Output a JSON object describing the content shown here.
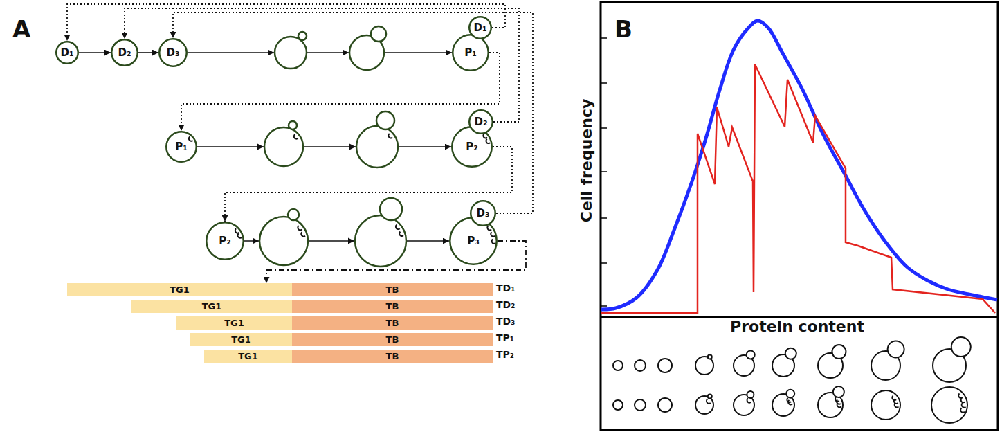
{
  "diagram": {
    "nodes": [
      {
        "text": [
          "D₁"
        ]
      },
      {
        "text": [
          "D₂"
        ]
      },
      {
        "text": [
          "D₃"
        ]
      },
      {
        "text": [
          "D₁"
        ]
      },
      {
        "text": [
          "P₁"
        ]
      },
      {
        "text": [
          "P₁"
        ]
      },
      {
        "text": [
          "D₂"
        ]
      },
      {
        "text": [
          "P₂"
        ]
      },
      {
        "text": [
          "P₂"
        ]
      },
      {
        "text": [
          "D₃"
        ]
      },
      {
        "text": [
          "P₃"
        ]
      },
      {
        "text": [
          "TG1"
        ]
      },
      {
        "text": [
          "TB"
        ]
      },
      {
        "text": [
          "TG1"
        ]
      },
      {
        "text": [
          "TB"
        ]
      },
      {
        "text": [
          "TG1"
        ]
      },
      {
        "text": [
          "TB"
        ]
      },
      {
        "text": [
          "TG1"
        ]
      },
      {
        "text": [
          "TB"
        ]
      },
      {
        "text": [
          "TG1"
        ]
      },
      {
        "text": [
          "TB"
        ]
      }
    ],
    "edges": [
      {
        "from": 0,
        "to": 1,
        "arrow": "to"
      },
      {
        "from": 1,
        "to": 2,
        "arrow": "to"
      },
      {
        "from": 2,
        "to": 4,
        "arrow": "to"
      },
      {
        "from": 5,
        "to": 7,
        "arrow": "to"
      },
      {
        "from": 8,
        "to": 10,
        "arrow": "to"
      },
      {
        "from": 3,
        "to": 0,
        "arrow": "to"
      },
      {
        "from": 6,
        "to": 1,
        "arrow": "to"
      },
      {
        "from": 9,
        "to": 2,
        "arrow": "to"
      },
      {
        "from": 4,
        "to": 5,
        "arrow": "to"
      },
      {
        "from": 7,
        "to": 8,
        "arrow": "to"
      },
      {
        "from": 10,
        "to": 11,
        "arrow": "to"
      }
    ],
    "labels": [
      "A",
      "B",
      "TD₁",
      "TD₂",
      "TD₃",
      "TP₁",
      "TP₂",
      "Cell frequency",
      "Protein content"
    ]
  }
}
